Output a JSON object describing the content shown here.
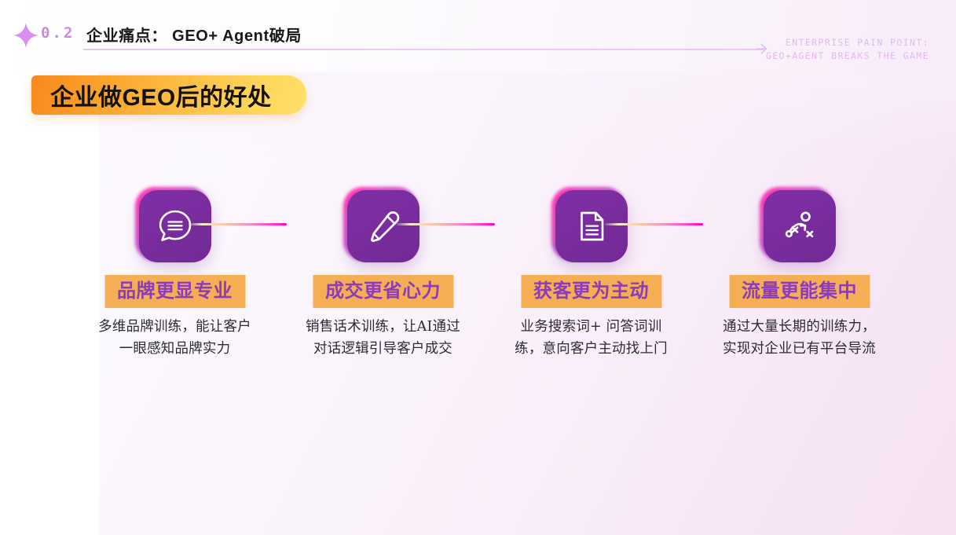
{
  "header": {
    "sparkle_icon": "sparkle-icon",
    "number": "0.2",
    "title": "企业痛点： GEO+ Agent破局",
    "en_line1": "ENTERPRISE PAIN POINT:",
    "en_line2": "GEO+AGENT BREAKS THE GAME",
    "arrow_icon": "arrow-right-icon",
    "accent_purple": "#c88ae0"
  },
  "banner": {
    "text": "企业做GEO后的好处",
    "gradient_start": "#f8891f",
    "gradient_end": "#ffe06a"
  },
  "colors": {
    "tile_purple": "#7a2d9e",
    "tile_glow_magenta": "#ff1fb0",
    "badge_orange": "#f6ae55",
    "badge_text_purple": "#8b3bbd",
    "connector_end": "#ff02c8"
  },
  "cards": [
    {
      "icon": "chat-bubble-lines-icon",
      "title": "品牌更显专业",
      "description": "多维品牌训练，能让客户一眼感知品牌实力"
    },
    {
      "icon": "pencil-edit-icon",
      "title": "成交更省心力",
      "description": "销售话术训练，让AI通过对话逻辑引导客户成交"
    },
    {
      "icon": "document-lines-icon",
      "title": "获客更为主动",
      "description": "业务搜索词+ 问答词训练，意向客户主动找上门"
    },
    {
      "icon": "strategy-tactics-icon",
      "title": "流量更能集中",
      "description": "通过大量长期的训练力，实现对企业已有平台导流"
    }
  ]
}
